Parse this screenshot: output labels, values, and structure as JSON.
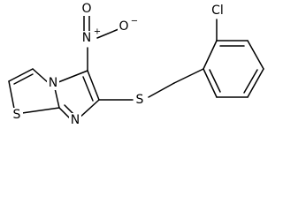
{
  "molecule": {
    "atoms": {
      "cl": "Cl",
      "nitro_o_top": "O",
      "nitro_o_right": "O",
      "nitro_n": "N",
      "ring_n_bridge": "N",
      "ring_n_lower": "N",
      "thioether_s": "S",
      "thiazole_s": "S",
      "nitro_n_charge": "+",
      "nitro_o_charge": "−"
    },
    "colors": {
      "bond": "#000000",
      "label": "#000000",
      "background": "#ffffff"
    }
  }
}
